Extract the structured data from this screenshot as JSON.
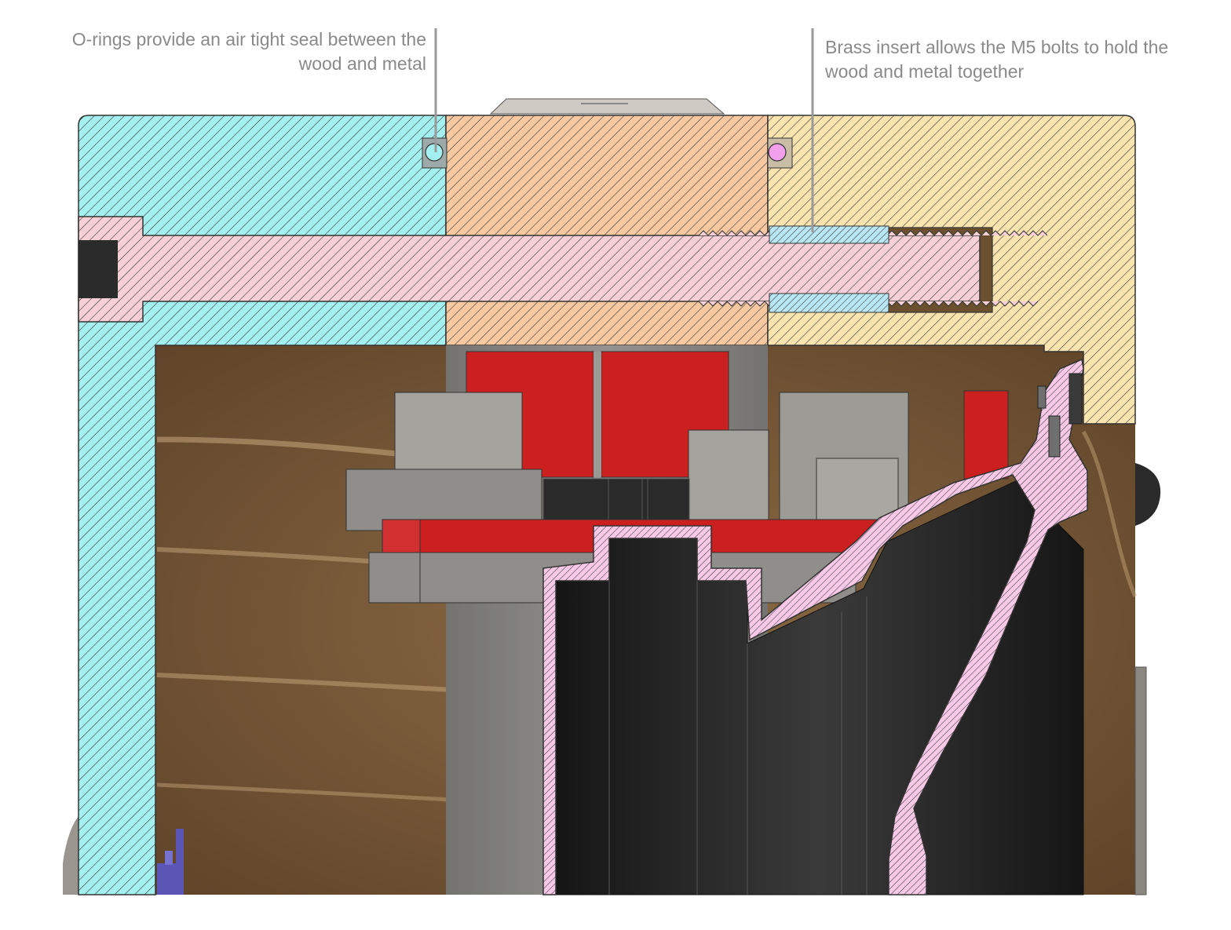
{
  "annotations": {
    "o_ring": {
      "line1": "O-rings provide an air tight seal between the",
      "line2": "wood and metal"
    },
    "brass_insert": {
      "line1": "Brass insert allows the M5 bolts to hold the",
      "line2": "wood and metal together"
    }
  },
  "colors": {
    "cyan_part": "#a4f0f0",
    "orange_part": "#f8c9a0",
    "yellow_part": "#f9e3ae",
    "bolt_pink": "#f7cfd6",
    "wood": "#6b4f32",
    "red_component": "#cc1f1f",
    "grey_component": "#8f8e8a",
    "black_component": "#232323",
    "horn_pink": "#f7c9e6",
    "callout_text": "#8a8a8a"
  }
}
